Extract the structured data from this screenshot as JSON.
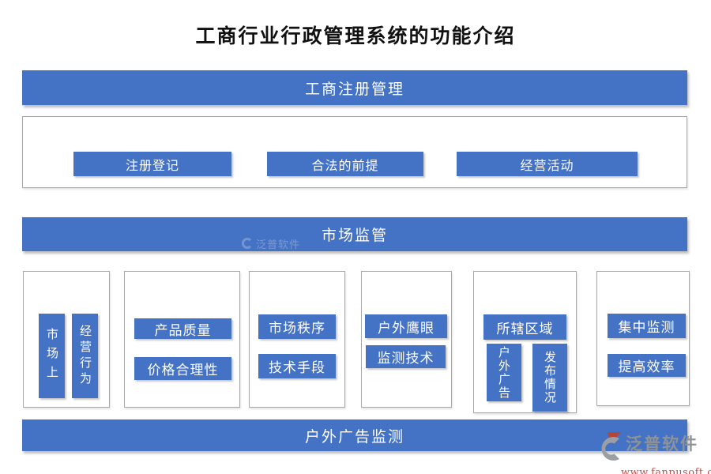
{
  "title": "工商行业行政管理系统的功能介绍",
  "colors": {
    "primary_blue": "#4472C4",
    "box_border_gray": "#A8A8A8",
    "logo_gray": "#8E9398",
    "logo_red": "#B5443B",
    "url_red": "#C0504D"
  },
  "registration": {
    "banner": "工商注册管理",
    "items": [
      "注册登记",
      "合法的前提",
      "经营活动"
    ]
  },
  "market": {
    "banner": "市场监管",
    "groups": [
      {
        "items": [
          "市场上",
          "经营行为"
        ]
      },
      {
        "items": [
          "产品质量",
          "价格合理性"
        ]
      },
      {
        "items": [
          "市场秩序",
          "技术手段"
        ]
      },
      {
        "items": [
          "户外鹰眼",
          "监测技术"
        ]
      },
      {
        "header": "所辖区域",
        "items": [
          "户外广告",
          "发布情况"
        ]
      },
      {
        "items": [
          "集中监测",
          "提高效率"
        ]
      }
    ]
  },
  "outdoor": {
    "banner": "户外广告监测"
  },
  "branding": {
    "watermark": "泛普软件",
    "logo_text": "泛普软件",
    "website": "www.fanpusoft.com"
  }
}
